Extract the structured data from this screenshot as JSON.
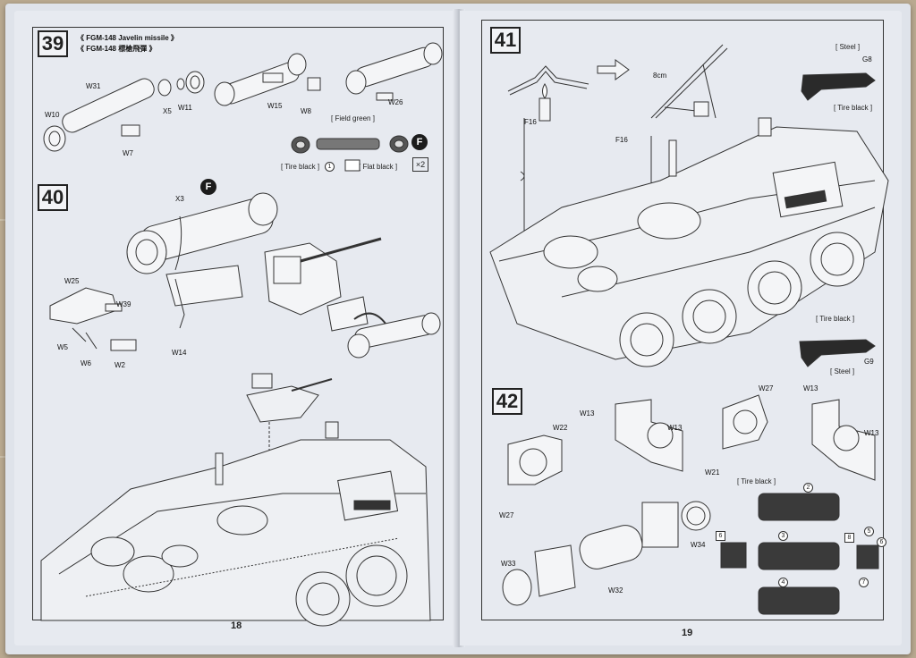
{
  "left_page": {
    "page_number": "18",
    "step39": {
      "number": "39",
      "title_en": "《 FGM-148 Javelin missile 》",
      "title_cn": "《 FGM-148 標槍飛彈 》",
      "parts": [
        "W31",
        "X5",
        "W11",
        "W10",
        "W7",
        "W15",
        "W8",
        "W26"
      ],
      "field_green": "[ Field green ]",
      "tire_black": "[ Tire black ]",
      "flat_black": "[ Flat black ]",
      "callout_1": "1",
      "badge": "F",
      "multiplier": "×2"
    },
    "step40": {
      "number": "40",
      "badge": "F",
      "parts": [
        "X3",
        "W25",
        "W39",
        "W5",
        "W6",
        "W2",
        "W14"
      ]
    }
  },
  "right_page": {
    "page_number": "19",
    "step41": {
      "number": "41",
      "measure": "8cm",
      "parts": [
        "F16",
        "F16"
      ],
      "steel_top": "[ Steel ]",
      "g8": "G8",
      "tire_black_top": "[ Tire black ]",
      "tire_black_bottom": "[ Tire black ]",
      "g9": "G9",
      "steel_bottom": "[ Steel ]"
    },
    "step42": {
      "number": "42",
      "parts": [
        "W13",
        "W27",
        "W13",
        "W22",
        "W13",
        "W13",
        "W21",
        "W27",
        "W34",
        "W33",
        "W32"
      ],
      "tire_black": "[ Tire black ]",
      "callouts": [
        "2",
        "6",
        "3",
        "8",
        "5",
        "6",
        "7",
        "4"
      ]
    }
  }
}
